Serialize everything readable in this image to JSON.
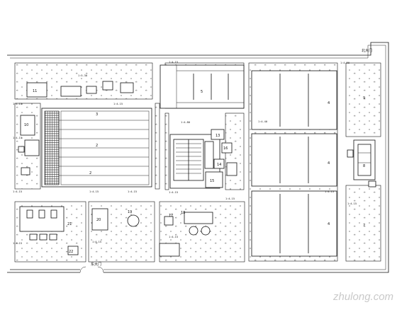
{
  "drawing": {
    "gate_left_label": "东大门",
    "gate_right_label": "北大门",
    "watermark": "zhulong.com",
    "buildings": [
      {
        "id": "b3",
        "number": "3"
      },
      {
        "id": "b2a",
        "number": "2"
      },
      {
        "id": "b2b",
        "number": "2"
      },
      {
        "id": "b5",
        "number": "5"
      },
      {
        "id": "b4a",
        "number": "4"
      },
      {
        "id": "b4b",
        "number": "4"
      },
      {
        "id": "b4c",
        "number": "4"
      },
      {
        "id": "b11",
        "number": "11"
      },
      {
        "id": "b10",
        "number": "10"
      },
      {
        "id": "b15",
        "number": "15"
      },
      {
        "id": "b16",
        "number": "16"
      },
      {
        "id": "b17",
        "number": "17"
      },
      {
        "id": "b18",
        "number": "18"
      },
      {
        "id": "b19",
        "number": "19"
      },
      {
        "id": "b20",
        "number": "20"
      },
      {
        "id": "b21",
        "number": "21"
      },
      {
        "id": "b22",
        "number": "22"
      },
      {
        "id": "b13",
        "number": "13"
      },
      {
        "id": "b14",
        "number": "14"
      },
      {
        "id": "b9",
        "number": "9"
      },
      {
        "id": "b8",
        "number": "8"
      },
      {
        "id": "b7",
        "number": "7"
      }
    ],
    "level_notes": [
      {
        "id": "n1",
        "text": "1:4.15"
      },
      {
        "id": "n2",
        "text": "1:4.15"
      },
      {
        "id": "n3",
        "text": "1:5.30"
      },
      {
        "id": "n4",
        "text": "1:4.80"
      },
      {
        "id": "n5",
        "text": "1:4.40"
      },
      {
        "id": "n6",
        "text": "1:4.15"
      },
      {
        "id": "n7",
        "text": "1:4.50"
      },
      {
        "id": "n8",
        "text": "1:4.15"
      },
      {
        "id": "n9",
        "text": "1:4.15"
      },
      {
        "id": "n10",
        "text": "1:4.15"
      },
      {
        "id": "n11",
        "text": "1:4.15"
      },
      {
        "id": "n12",
        "text": "1:4.15"
      },
      {
        "id": "n13",
        "text": "1:4.15"
      },
      {
        "id": "n14",
        "text": "1:4.15"
      },
      {
        "id": "n15",
        "text": "1:4.15"
      },
      {
        "id": "n16",
        "text": "1:4.15"
      },
      {
        "id": "n17",
        "text": "1:4.15"
      },
      {
        "id": "n18",
        "text": "1:4.15"
      }
    ]
  }
}
